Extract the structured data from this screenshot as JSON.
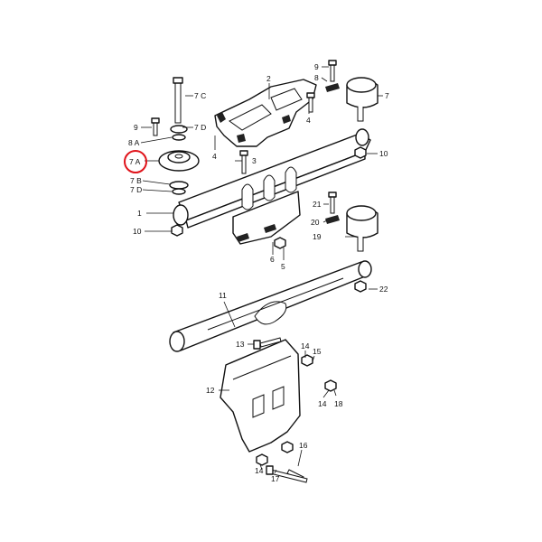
{
  "labels": {
    "l1": "1",
    "l2": "2",
    "l3": "3",
    "l4a": "4",
    "l4b": "4",
    "l5": "5",
    "l6": "6",
    "l7": "7",
    "l7a": "7 A",
    "l7b": "7 B",
    "l7c": "7 C",
    "l7d_top": "7 D",
    "l7d_bot": "7 D",
    "l8a": "8 A",
    "l8": "8",
    "l9a": "9",
    "l9b": "9",
    "l10a": "10",
    "l10b": "10",
    "l11": "11",
    "l12": "12",
    "l13": "13",
    "l14a": "14",
    "l14b": "14",
    "l14c": "14",
    "l15": "15",
    "l16": "16",
    "l17": "17",
    "l18": "18",
    "l19": "19",
    "l20": "20",
    "l21": "21",
    "l22": "22"
  },
  "highlight": {
    "part": "7 A",
    "color": "#e0141b"
  }
}
